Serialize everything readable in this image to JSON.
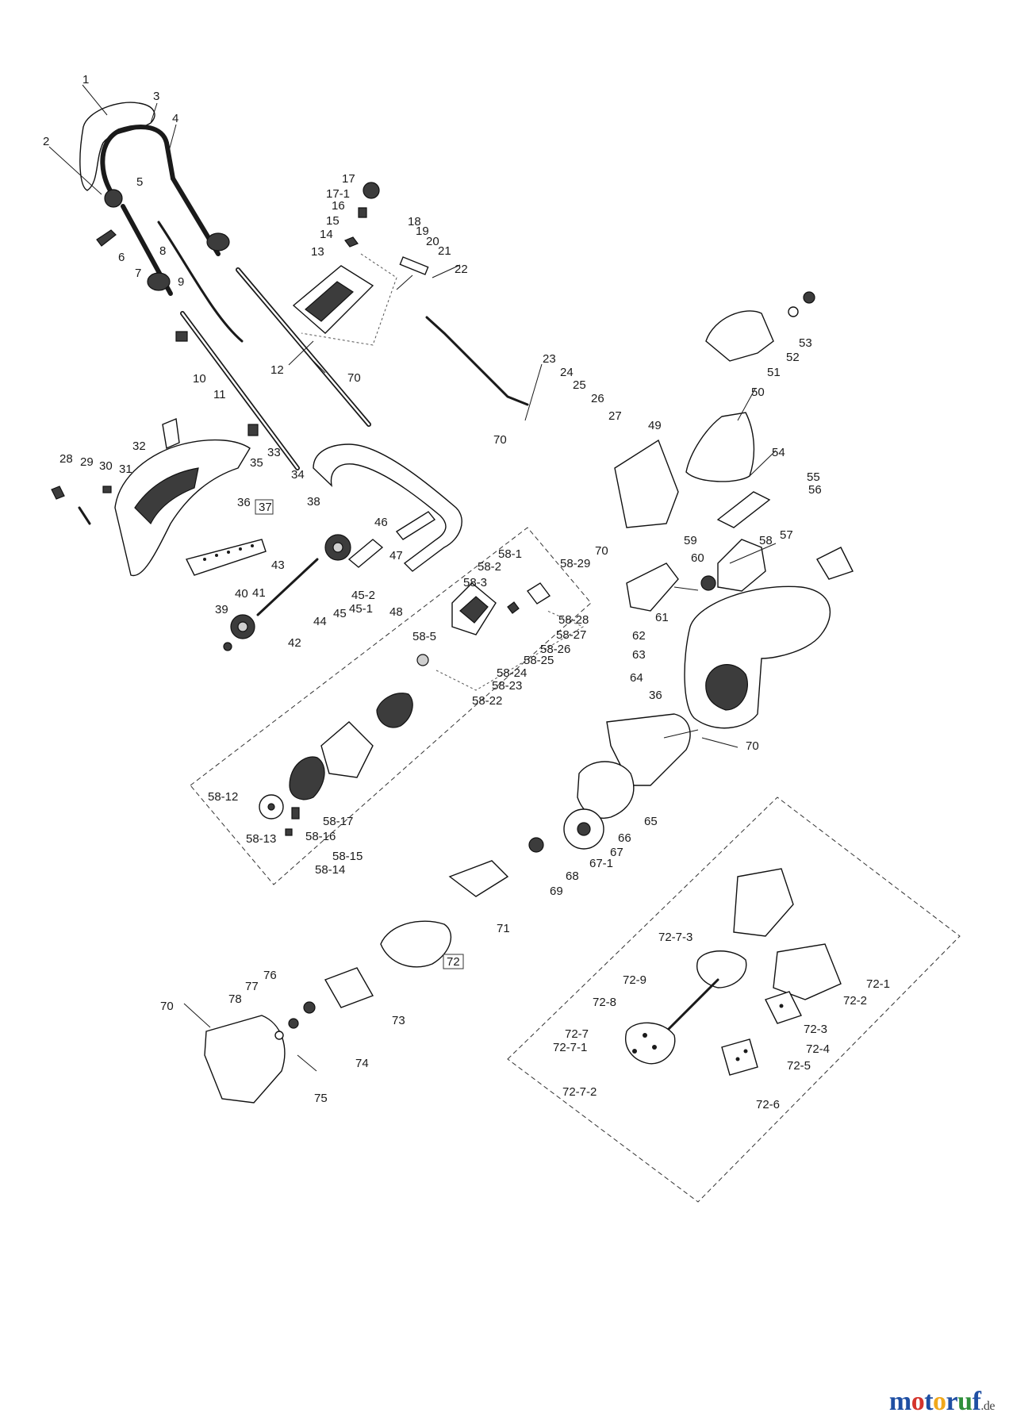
{
  "parts": [
    {
      "id": "p1",
      "label": "1"
    },
    {
      "id": "p2",
      "label": "2"
    },
    {
      "id": "p3",
      "label": "3"
    },
    {
      "id": "p4",
      "label": "4"
    },
    {
      "id": "p5",
      "label": "5"
    },
    {
      "id": "p6",
      "label": "6"
    },
    {
      "id": "p7",
      "label": "7"
    },
    {
      "id": "p8",
      "label": "8"
    },
    {
      "id": "p9",
      "label": "9"
    },
    {
      "id": "p10",
      "label": "10"
    },
    {
      "id": "p11",
      "label": "11"
    },
    {
      "id": "p12",
      "label": "12"
    },
    {
      "id": "p13",
      "label": "13"
    },
    {
      "id": "p14",
      "label": "14"
    },
    {
      "id": "p15",
      "label": "15"
    },
    {
      "id": "p16",
      "label": "16"
    },
    {
      "id": "p17",
      "label": "17"
    },
    {
      "id": "p17_1",
      "label": "17-1"
    },
    {
      "id": "p18",
      "label": "18"
    },
    {
      "id": "p19",
      "label": "19"
    },
    {
      "id": "p20",
      "label": "20"
    },
    {
      "id": "p21",
      "label": "21"
    },
    {
      "id": "p22",
      "label": "22"
    },
    {
      "id": "p23",
      "label": "23"
    },
    {
      "id": "p24",
      "label": "24"
    },
    {
      "id": "p25",
      "label": "25"
    },
    {
      "id": "p26",
      "label": "26"
    },
    {
      "id": "p27",
      "label": "27"
    },
    {
      "id": "p28",
      "label": "28"
    },
    {
      "id": "p29",
      "label": "29"
    },
    {
      "id": "p30",
      "label": "30"
    },
    {
      "id": "p31",
      "label": "31"
    },
    {
      "id": "p32",
      "label": "32"
    },
    {
      "id": "p33",
      "label": "33"
    },
    {
      "id": "p34",
      "label": "34"
    },
    {
      "id": "p35",
      "label": "35"
    },
    {
      "id": "p36a",
      "label": "36"
    },
    {
      "id": "p36b",
      "label": "36"
    },
    {
      "id": "p38",
      "label": "38"
    },
    {
      "id": "p39",
      "label": "39"
    },
    {
      "id": "p40",
      "label": "40"
    },
    {
      "id": "p41",
      "label": "41"
    },
    {
      "id": "p42",
      "label": "42"
    },
    {
      "id": "p43",
      "label": "43"
    },
    {
      "id": "p44",
      "label": "44"
    },
    {
      "id": "p45",
      "label": "45"
    },
    {
      "id": "p45_1",
      "label": "45-1"
    },
    {
      "id": "p45_2",
      "label": "45-2"
    },
    {
      "id": "p46",
      "label": "46"
    },
    {
      "id": "p47",
      "label": "47"
    },
    {
      "id": "p48",
      "label": "48"
    },
    {
      "id": "p49",
      "label": "49"
    },
    {
      "id": "p50",
      "label": "50"
    },
    {
      "id": "p51",
      "label": "51"
    },
    {
      "id": "p52",
      "label": "52"
    },
    {
      "id": "p53",
      "label": "53"
    },
    {
      "id": "p54",
      "label": "54"
    },
    {
      "id": "p55",
      "label": "55"
    },
    {
      "id": "p56",
      "label": "56"
    },
    {
      "id": "p57",
      "label": "57"
    },
    {
      "id": "p58",
      "label": "58"
    },
    {
      "id": "p58_1",
      "label": "58-1"
    },
    {
      "id": "p58_2",
      "label": "58-2"
    },
    {
      "id": "p58_3",
      "label": "58-3"
    },
    {
      "id": "p58_5",
      "label": "58-5"
    },
    {
      "id": "p58_12",
      "label": "58-12"
    },
    {
      "id": "p58_13",
      "label": "58-13"
    },
    {
      "id": "p58_14",
      "label": "58-14"
    },
    {
      "id": "p58_15",
      "label": "58-15"
    },
    {
      "id": "p58_16",
      "label": "58-16"
    },
    {
      "id": "p58_17",
      "label": "58-17"
    },
    {
      "id": "p58_22",
      "label": "58-22"
    },
    {
      "id": "p58_23",
      "label": "58-23"
    },
    {
      "id": "p58_24",
      "label": "58-24"
    },
    {
      "id": "p58_25",
      "label": "58-25"
    },
    {
      "id": "p58_26",
      "label": "58-26"
    },
    {
      "id": "p58_27",
      "label": "58-27"
    },
    {
      "id": "p58_28",
      "label": "58-28"
    },
    {
      "id": "p58_29",
      "label": "58-29"
    },
    {
      "id": "p59",
      "label": "59"
    },
    {
      "id": "p60",
      "label": "60"
    },
    {
      "id": "p61",
      "label": "61"
    },
    {
      "id": "p62",
      "label": "62"
    },
    {
      "id": "p63",
      "label": "63"
    },
    {
      "id": "p64",
      "label": "64"
    },
    {
      "id": "p65",
      "label": "65"
    },
    {
      "id": "p66",
      "label": "66"
    },
    {
      "id": "p67",
      "label": "67"
    },
    {
      "id": "p67_1",
      "label": "67-1"
    },
    {
      "id": "p68",
      "label": "68"
    },
    {
      "id": "p69",
      "label": "69"
    },
    {
      "id": "p70a",
      "label": "70"
    },
    {
      "id": "p70b",
      "label": "70"
    },
    {
      "id": "p70c",
      "label": "70"
    },
    {
      "id": "p70d",
      "label": "70"
    },
    {
      "id": "p70e",
      "label": "70"
    },
    {
      "id": "p71",
      "label": "71"
    },
    {
      "id": "p73",
      "label": "73"
    },
    {
      "id": "p74",
      "label": "74"
    },
    {
      "id": "p75",
      "label": "75"
    },
    {
      "id": "p76",
      "label": "76"
    },
    {
      "id": "p77",
      "label": "77"
    },
    {
      "id": "p78",
      "label": "78"
    },
    {
      "id": "p72_1",
      "label": "72-1"
    },
    {
      "id": "p72_2",
      "label": "72-2"
    },
    {
      "id": "p72_3",
      "label": "72-3"
    },
    {
      "id": "p72_4",
      "label": "72-4"
    },
    {
      "id": "p72_5",
      "label": "72-5"
    },
    {
      "id": "p72_6",
      "label": "72-6"
    },
    {
      "id": "p72_7",
      "label": "72-7"
    },
    {
      "id": "p72_7_1",
      "label": "72-7-1"
    },
    {
      "id": "p72_7_2",
      "label": "72-7-2"
    },
    {
      "id": "p72_7_3",
      "label": "72-7-3"
    },
    {
      "id": "p72_8",
      "label": "72-8"
    },
    {
      "id": "p72_9",
      "label": "72-9"
    }
  ],
  "boxed_parts": [
    {
      "id": "b37",
      "label": "37"
    },
    {
      "id": "b72",
      "label": "72"
    }
  ],
  "watermark": {
    "segments": [
      {
        "text": "m",
        "color": "#1f4fa3"
      },
      {
        "text": "o",
        "color": "#d4342c"
      },
      {
        "text": "t",
        "color": "#1f4fa3"
      },
      {
        "text": "o",
        "color": "#f0a81c"
      },
      {
        "text": "r",
        "color": "#1f4fa3"
      },
      {
        "text": "u",
        "color": "#2f8f3a"
      },
      {
        "text": "f",
        "color": "#1f4fa3"
      }
    ],
    "suffix": ".de"
  }
}
